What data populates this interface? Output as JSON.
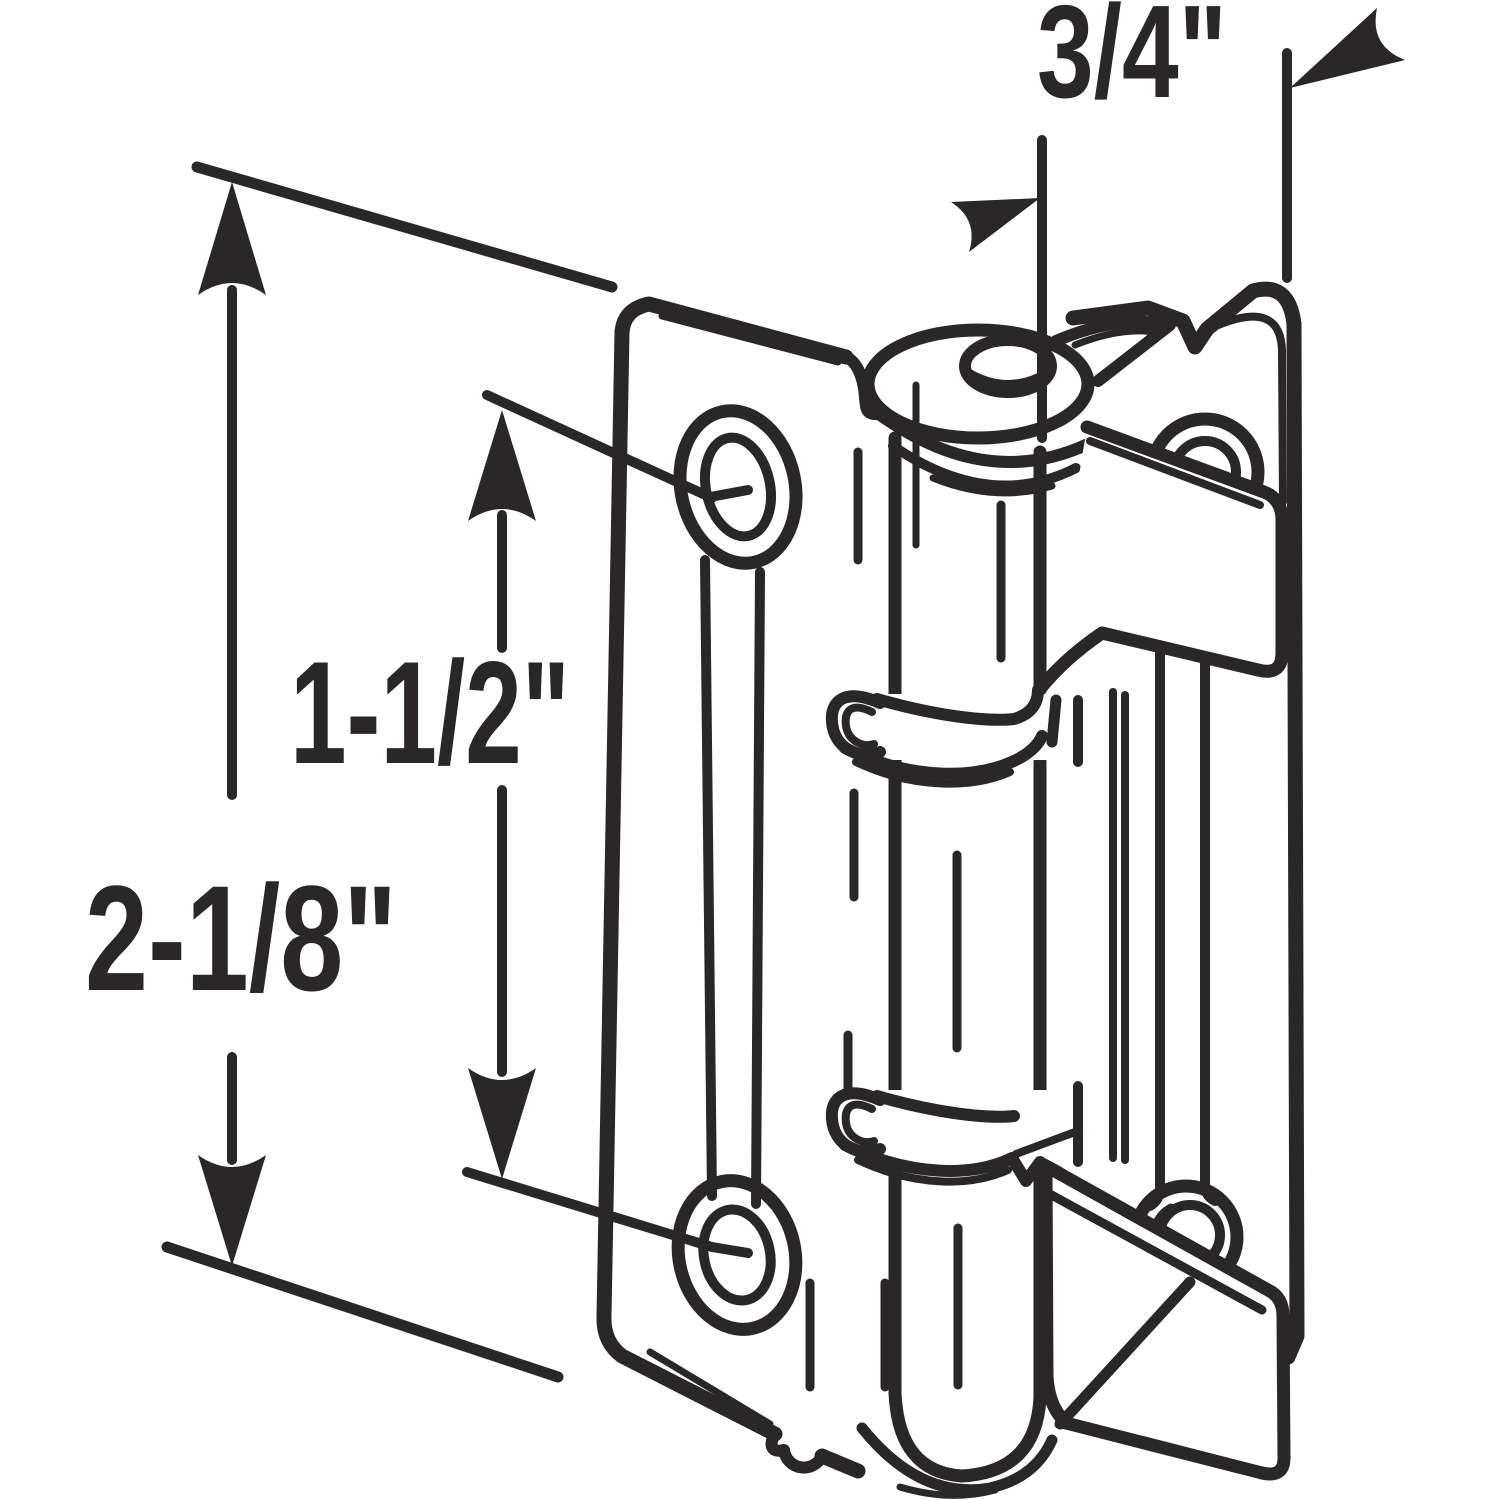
{
  "figure": {
    "title": "Technical line drawing of a surface-mount bi-fold door hinge",
    "background": "#ffffff",
    "line_color": "#2a2728"
  },
  "labels": {
    "offset": {
      "text": "3/4\"",
      "meaning": "pin to leaf edge offset"
    },
    "hole_spacing": {
      "text": "1-1/2\"",
      "meaning": "screw hole center spacing"
    },
    "height": {
      "text": "2-1/8\"",
      "meaning": "overall leaf height"
    }
  }
}
